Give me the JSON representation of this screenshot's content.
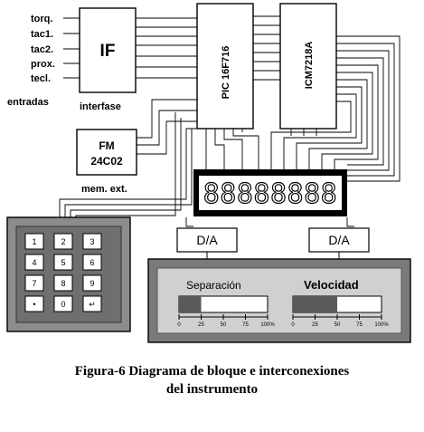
{
  "inputs": [
    "torq.",
    "tac1.",
    "tac2.",
    "prox.",
    "tecl."
  ],
  "labels": {
    "entradas": "entradas",
    "interfase": "interfase",
    "if_block": "IF",
    "fm_line1": "FM",
    "fm_line2": "24C02",
    "mem_ext": "mem. ext.",
    "pic": "PIC 16F716",
    "icm": "ICM7218A",
    "da_left": "D/A",
    "da_right": "D/A",
    "display_digits": "88888888"
  },
  "keypad": [
    "1",
    "2",
    "3",
    "4",
    "5",
    "6",
    "7",
    "8",
    "9",
    "•",
    "0",
    "↵"
  ],
  "meters": [
    {
      "label": "Separación",
      "level_percent": 25,
      "ticks": [
        "0",
        "25",
        "50",
        "75",
        "100%"
      ]
    },
    {
      "label": "Velocidad",
      "level_percent": 50,
      "ticks": [
        "0",
        "25",
        "50",
        "75",
        "100%"
      ]
    }
  ],
  "caption": {
    "line1": "Figura-6 Diagrama de bloque e interconexiones",
    "line2": "del instrumento"
  }
}
